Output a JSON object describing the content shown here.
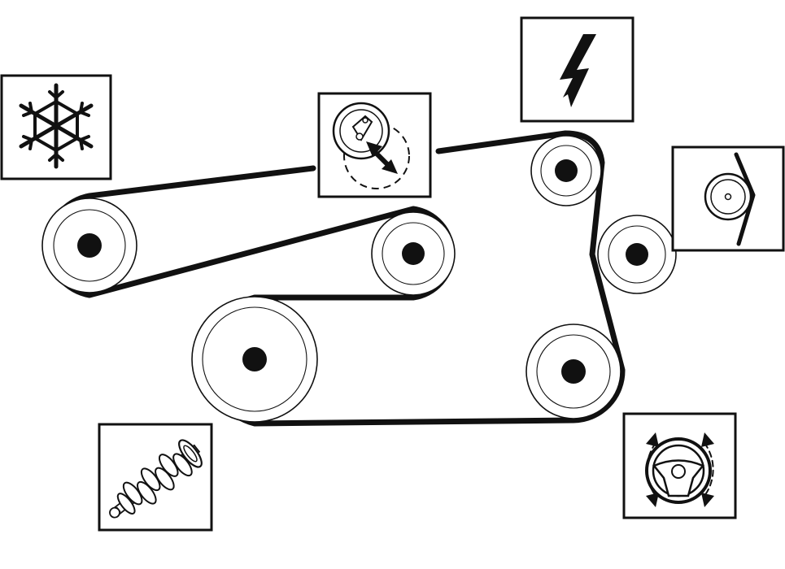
{
  "diagram": {
    "type": "serpentine-belt-routing",
    "components": [
      {
        "id": "ac-compressor",
        "icon": "snowflake-icon"
      },
      {
        "id": "belt-tensioner",
        "icon": "tensioner-icon"
      },
      {
        "id": "alternator",
        "icon": "lightning-bolt-icon"
      },
      {
        "id": "idler-pulley",
        "icon": "idler-pulley-icon"
      },
      {
        "id": "crankshaft",
        "icon": "crankshaft-icon"
      },
      {
        "id": "power-steering-pump",
        "icon": "steering-wheel-icon"
      }
    ],
    "pulleys": [
      "ac-pulley",
      "tensioner-pulley",
      "alternator-pulley",
      "idler-pulley",
      "crankshaft-pulley",
      "power-steering-pulley"
    ],
    "colors": {
      "ink": "#111111",
      "background": "#ffffff"
    }
  }
}
